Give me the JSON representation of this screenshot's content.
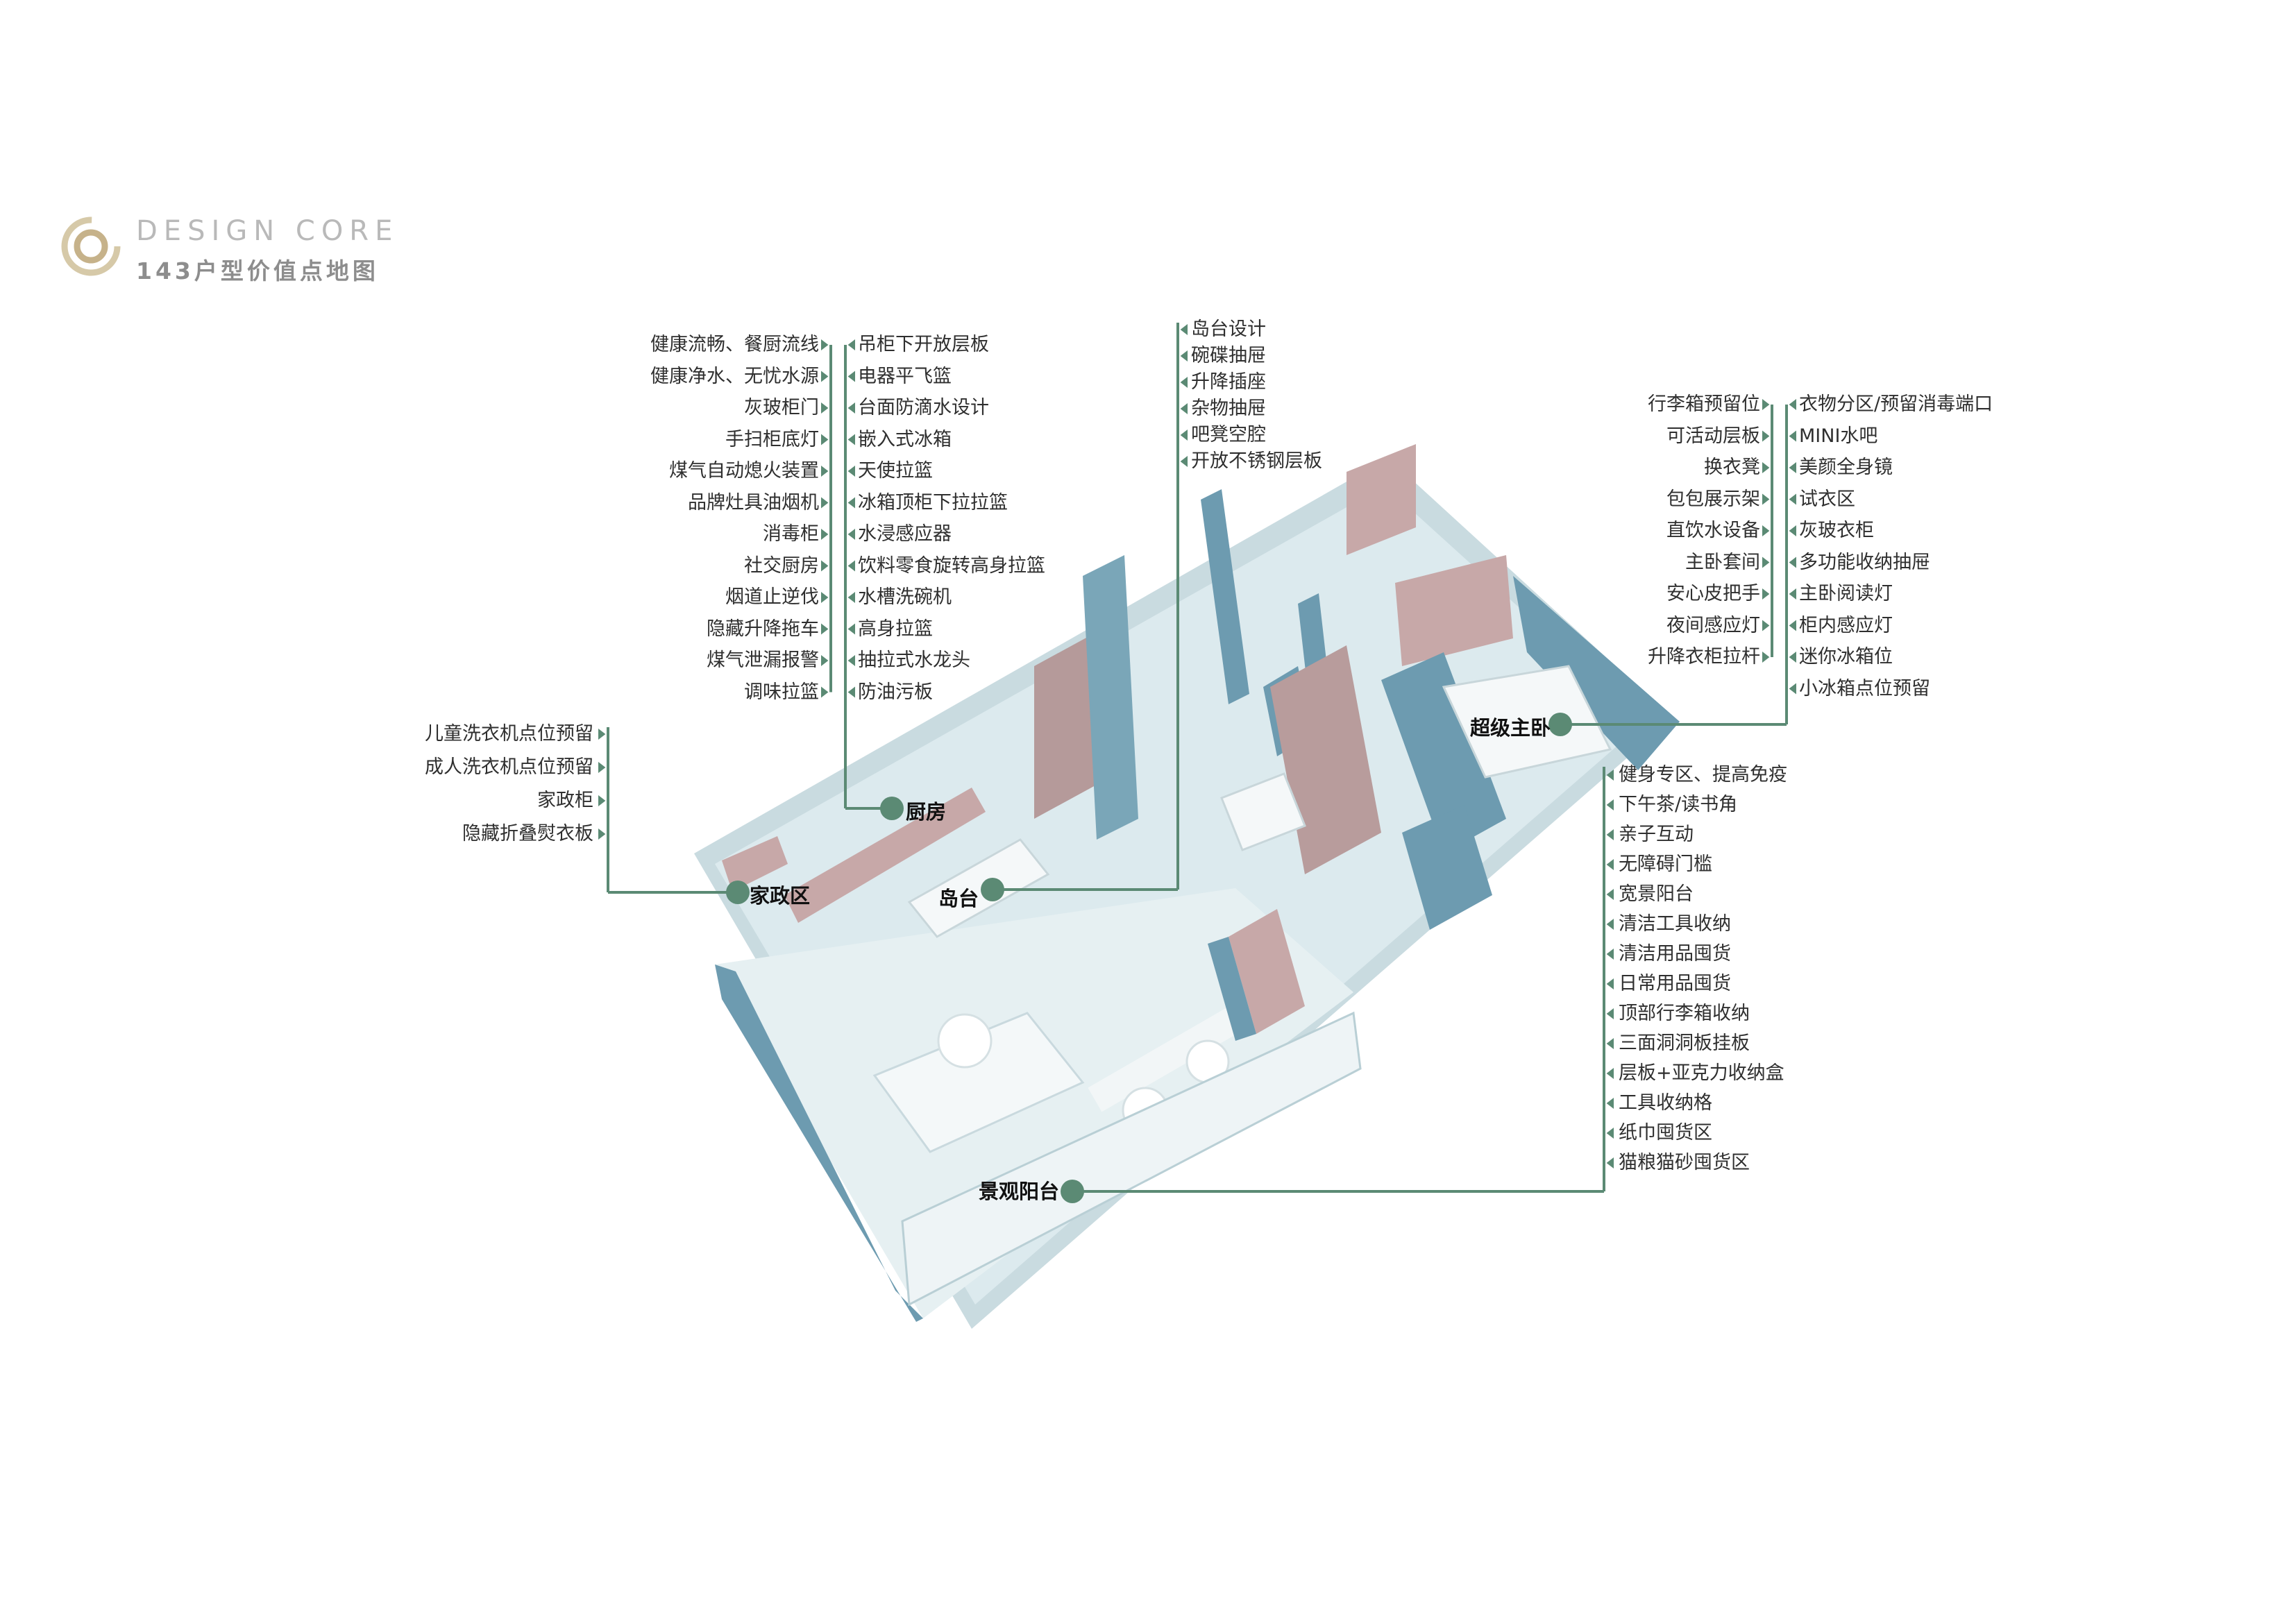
{
  "brand": {
    "en": "DESIGN CORE",
    "cn": "143户型价值点地图"
  },
  "colors": {
    "line": "#5b8a74",
    "wall": "#6d9bb0",
    "pink": "#b89c9c",
    "floor": "#d8e8ec",
    "frame": "#c5d7dc"
  },
  "kitchen": {
    "label": "厨房",
    "left": [
      "健康流畅、餐厨流线",
      "健康净水、无忧水源",
      "灰玻柜门",
      "手扫柜底灯",
      "煤气自动熄火装置",
      "品牌灶具油烟机",
      "消毒柜",
      "社交厨房",
      "烟道止逆伐",
      "隐藏升降拖车",
      "煤气泄漏报警",
      "调味拉篮"
    ],
    "right": [
      "吊柜下开放层板",
      "电器平飞篮",
      "台面防滴水设计",
      "嵌入式冰箱",
      "天使拉篮",
      "冰箱顶柜下拉拉篮",
      "水浸感应器",
      "饮料零食旋转高身拉篮",
      "水槽洗碗机",
      "高身拉篮",
      "抽拉式水龙头",
      "防油污板"
    ]
  },
  "island": {
    "label": "岛台",
    "items": [
      "岛台设计",
      "碗碟抽屉",
      "升降插座",
      "杂物抽屉",
      "吧凳空腔",
      "开放不锈钢层板"
    ]
  },
  "housekeeping": {
    "label": "家政区",
    "items": [
      "儿童洗衣机点位预留",
      "成人洗衣机点位预留",
      "家政柜",
      "隐藏折叠熨衣板"
    ]
  },
  "master": {
    "label": "超级主卧",
    "left": [
      "行李箱预留位",
      "可活动层板",
      "换衣凳",
      "包包展示架",
      "直饮水设备",
      "主卧套间",
      "安心皮把手",
      "夜间感应灯",
      "升降衣柜拉杆"
    ],
    "right": [
      "衣物分区/预留消毒端口",
      "MINI水吧",
      "美颜全身镜",
      "试衣区",
      "灰玻衣柜",
      "多功能收纳抽屉",
      "主卧阅读灯",
      "柜内感应灯",
      "迷你冰箱位",
      "小冰箱点位预留"
    ]
  },
  "balcony": {
    "label": "景观阳台",
    "items": [
      "健身专区、提高免疫",
      "下午茶/读书角",
      "亲子互动",
      "无障碍门槛",
      "宽景阳台",
      "清洁工具收纳",
      "清洁用品囤货",
      "日常用品囤货",
      "顶部行李箱收纳",
      "三面洞洞板挂板",
      "层板+亚克力收纳盒",
      "工具收纳格",
      "纸巾囤货区",
      "猫粮猫砂囤货区"
    ]
  }
}
